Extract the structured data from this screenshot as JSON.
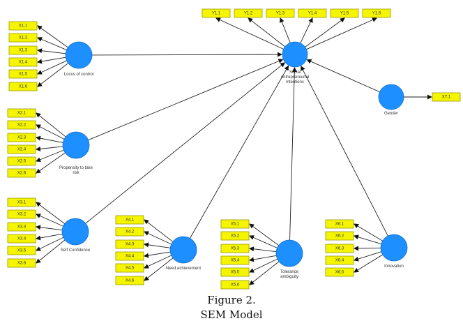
{
  "caption": {
    "line1": "Figure 2.",
    "line2": "SEM Model"
  },
  "latents": [
    {
      "id": "LC",
      "label": [
        "Locus of control"
      ]
    },
    {
      "id": "PR",
      "label": [
        "Propensity to take",
        "risk"
      ]
    },
    {
      "id": "SC",
      "label": [
        "Self Confidence"
      ]
    },
    {
      "id": "NA",
      "label": [
        "Need achievement"
      ]
    },
    {
      "id": "TA",
      "label": [
        "Tolerance",
        "ambiguity"
      ]
    },
    {
      "id": "IN",
      "label": [
        "Innovation"
      ]
    },
    {
      "id": "GE",
      "label": [
        "Gender"
      ]
    },
    {
      "id": "SEI",
      "label": [
        "Social",
        "entrepreneurial",
        "intentions"
      ]
    }
  ],
  "indicators": {
    "LC": [
      "X1.1",
      "X1.2",
      "X1.3",
      "X1.4",
      "X1.5",
      "X1.6"
    ],
    "PR": [
      "X2.1",
      "X2.2",
      "X2.3",
      "X2.4",
      "X2.5",
      "X2.6"
    ],
    "SC": [
      "X3.1",
      "X3.2",
      "X3.3",
      "X3.4",
      "X3.5",
      "X3.6"
    ],
    "NA": [
      "X4.1",
      "X4.2",
      "X4.3",
      "X4.4",
      "X4.5",
      "X4.6"
    ],
    "TA": [
      "X5.1",
      "X5.2",
      "X5.3",
      "X5.4",
      "X5.5",
      "X5.6"
    ],
    "IN": [
      "X6.1",
      "X6.2",
      "X6.3",
      "X6.4",
      "X6.5"
    ],
    "GE": [
      "X7.1"
    ],
    "SEI": [
      "Y1.1",
      "Y1.2",
      "Y1.3",
      "Y1.4",
      "Y1.5",
      "Y1.6"
    ]
  },
  "paths": [
    [
      "LC",
      "SEI"
    ],
    [
      "PR",
      "SEI"
    ],
    [
      "SC",
      "SEI"
    ],
    [
      "NA",
      "SEI"
    ],
    [
      "TA",
      "SEI"
    ],
    [
      "IN",
      "SEI"
    ],
    [
      "GE",
      "SEI"
    ]
  ]
}
